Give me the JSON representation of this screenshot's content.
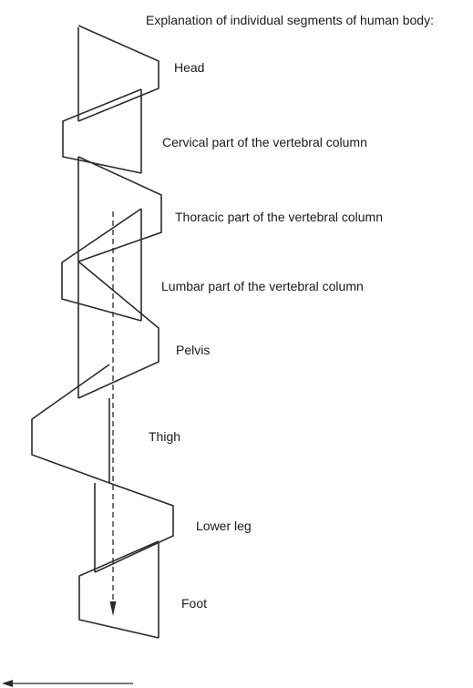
{
  "title": "Explanation of individual segments of human body:",
  "labels": {
    "head": "Head",
    "cervical": "Cervical part of the vertebral column",
    "thoracic": "Thoracic part of the vertebral column",
    "lumbar": "Lumbar part of the vertebral column",
    "pelvis": "Pelvis",
    "thigh": "Thigh",
    "lower_leg": "Lower leg",
    "foot": "Foot"
  },
  "colors": {
    "line": "#2b2b2b",
    "text": "#1a1a1a",
    "background": "#ffffff"
  }
}
